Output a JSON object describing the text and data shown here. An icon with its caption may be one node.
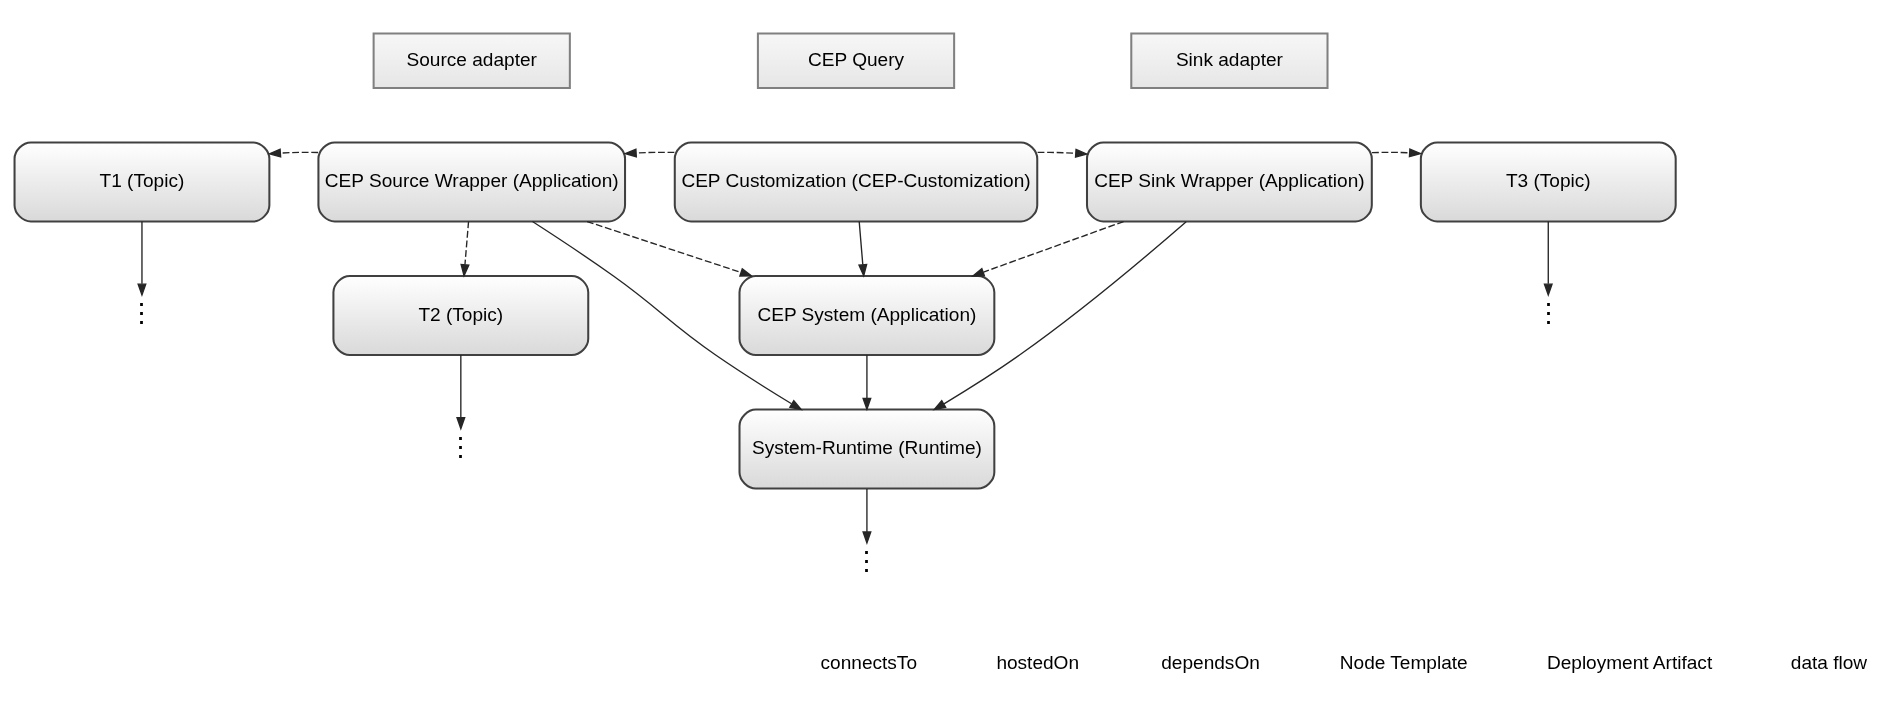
{
  "diagram": {
    "nodes": [
      {
        "text": [
          "T1 (Topic)"
        ]
      },
      {
        "text": [
          "Source adapter"
        ]
      },
      {
        "text": [
          "CEP Source Wrapper (Application)"
        ]
      },
      {
        "text": [
          "CEP Query"
        ]
      },
      {
        "text": [
          "CEP Customization (CEP-Customization)"
        ]
      },
      {
        "text": [
          "Sink adapter"
        ]
      },
      {
        "text": [
          "CEP Sink Wrapper (Application)"
        ]
      },
      {
        "text": [
          "T3 (Topic)"
        ]
      },
      {
        "text": [
          "CEP System (Application)"
        ]
      },
      {
        "text": [
          "T2 (Topic)"
        ]
      },
      {
        "text": [
          "System-Runtime (Runtime)"
        ]
      },
      {
        "text": [
          "⋮"
        ]
      },
      {
        "text": [
          "⋮"
        ]
      },
      {
        "text": [
          "⋮"
        ]
      },
      {
        "text": [
          "⋮"
        ]
      }
    ],
    "edges": [
      {
        "from": 2,
        "to": 0,
        "arrow": "to",
        "style": "dashed"
      },
      {
        "from": 4,
        "to": 2,
        "arrow": "to",
        "style": "dashed"
      },
      {
        "from": 4,
        "to": 6,
        "arrow": "to",
        "style": "dashed"
      },
      {
        "from": 6,
        "to": 7,
        "arrow": "to",
        "style": "dashed"
      },
      {
        "from": 4,
        "to": 8,
        "arrow": "to"
      },
      {
        "from": 2,
        "to": 8,
        "arrow": "to",
        "style": "dashed"
      },
      {
        "from": 6,
        "to": 8,
        "arrow": "to",
        "style": "dashed"
      },
      {
        "from": 2,
        "to": 9,
        "arrow": "to",
        "style": "dashed"
      },
      {
        "from": 8,
        "to": 10,
        "arrow": "to"
      },
      {
        "from": 2,
        "to": 10,
        "arrow": "to"
      },
      {
        "from": 6,
        "to": 10,
        "arrow": "to"
      },
      {
        "from": 0,
        "to": 11,
        "arrow": "to"
      },
      {
        "from": 7,
        "to": 12,
        "arrow": "to"
      },
      {
        "from": 9,
        "to": 13,
        "arrow": "to"
      },
      {
        "from": 10,
        "to": 14,
        "arrow": "to"
      }
    ],
    "legend": [
      {
        "text": "connectsTo"
      },
      {
        "text": "hostedOn"
      },
      {
        "text": "dependsOn"
      },
      {
        "text": "Node Template"
      },
      {
        "text": "Deployment Artifact"
      },
      {
        "text": "data flow"
      }
    ]
  }
}
